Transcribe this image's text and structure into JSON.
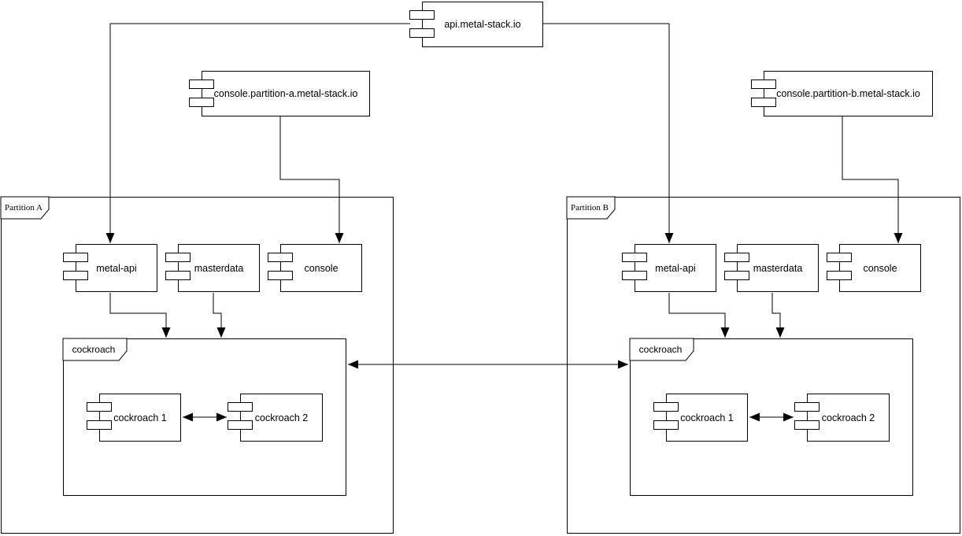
{
  "diagram": {
    "kind": "uml-component-diagram",
    "background": "#ffffff",
    "stroke_color": "#000000"
  },
  "top_components": {
    "api": {
      "label": "api.metal-stack.io"
    },
    "console_a": {
      "label": "console.partition-a.metal-stack.io"
    },
    "console_b": {
      "label": "console.partition-b.metal-stack.io"
    }
  },
  "partition_a": {
    "label": "Partition A",
    "metal_api": {
      "label": "metal-api"
    },
    "masterdata": {
      "label": "masterdata"
    },
    "console": {
      "label": "console"
    },
    "cockroach_frame": {
      "label": "cockroach"
    },
    "cockroach_1": {
      "label": "cockroach 1"
    },
    "cockroach_2": {
      "label": "cockroach 2"
    }
  },
  "partition_b": {
    "label": "Partition B",
    "metal_api": {
      "label": "metal-api"
    },
    "masterdata": {
      "label": "masterdata"
    },
    "console": {
      "label": "console"
    },
    "cockroach_frame": {
      "label": "cockroach"
    },
    "cockroach_1": {
      "label": "cockroach 1"
    },
    "cockroach_2": {
      "label": "cockroach 2"
    }
  },
  "icons": {
    "component_icon": "uml-component-icon (rectangle with two port rectangles on left edge)",
    "frame_tab_icon": "uml-frame-label-tab (pentagon with cut corner)"
  },
  "connections": [
    {
      "from": "api.metal-stack.io",
      "to": "partition_a.metal-api",
      "arrow": "end"
    },
    {
      "from": "api.metal-stack.io",
      "to": "partition_b.metal-api",
      "arrow": "end"
    },
    {
      "from": "console.partition-a.metal-stack.io",
      "to": "partition_a.console",
      "arrow": "end"
    },
    {
      "from": "console.partition-b.metal-stack.io",
      "to": "partition_b.console",
      "arrow": "end"
    },
    {
      "from": "partition_a.metal-api",
      "to": "partition_a.cockroach",
      "arrow": "end"
    },
    {
      "from": "partition_a.masterdata",
      "to": "partition_a.cockroach",
      "arrow": "end"
    },
    {
      "from": "partition_b.metal-api",
      "to": "partition_b.cockroach",
      "arrow": "end"
    },
    {
      "from": "partition_b.masterdata",
      "to": "partition_b.cockroach",
      "arrow": "end"
    },
    {
      "from": "partition_a.cockroach 1",
      "to": "partition_a.cockroach 2",
      "arrow": "both"
    },
    {
      "from": "partition_b.cockroach 1",
      "to": "partition_b.cockroach 2",
      "arrow": "both"
    },
    {
      "from": "partition_a.cockroach",
      "to": "partition_b.cockroach",
      "arrow": "both"
    }
  ]
}
